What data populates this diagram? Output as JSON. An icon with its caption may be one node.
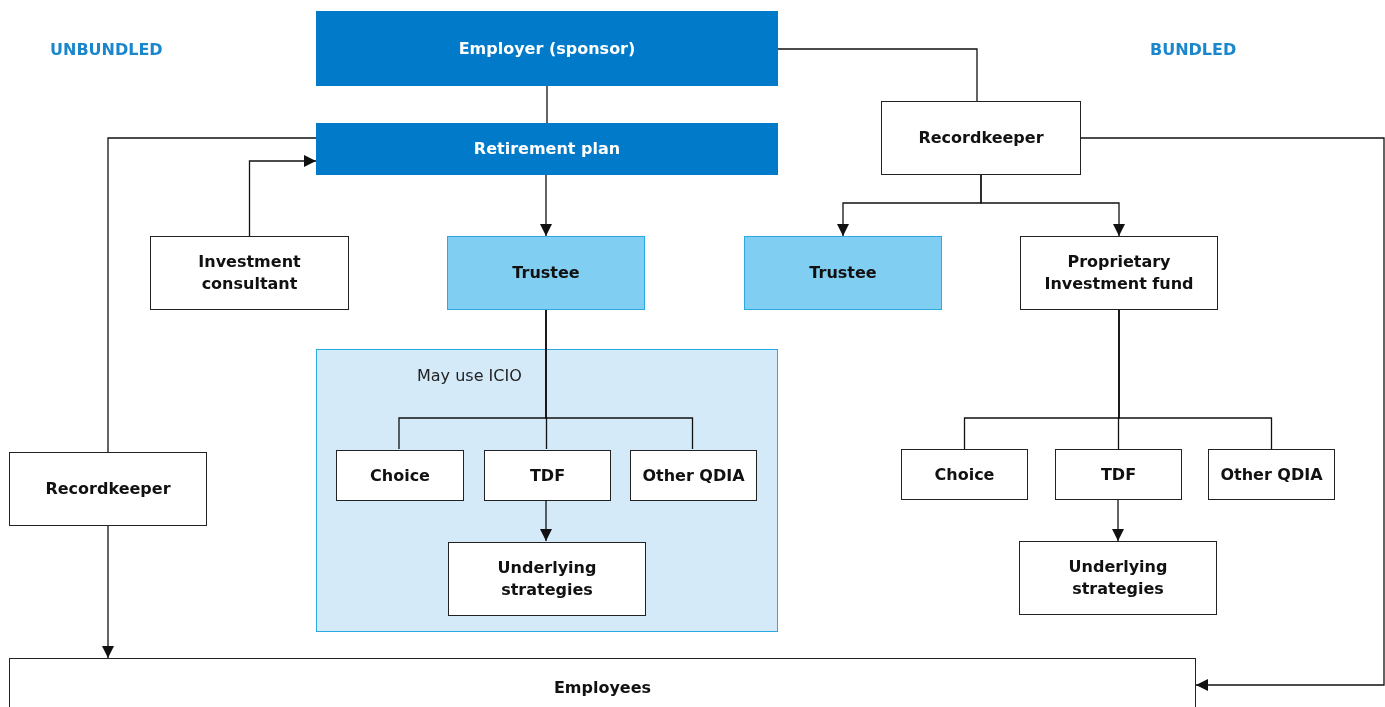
{
  "diagram": {
    "nodes": [
      {
        "text": [
          "Employer (sponsor)"
        ]
      },
      {
        "text": [
          "Retirement plan"
        ]
      },
      {
        "text": [
          "Recordkeeper"
        ]
      },
      {
        "text": [
          "Investment consultant"
        ]
      },
      {
        "text": [
          "Trustee"
        ]
      },
      {
        "text": [
          "Trustee"
        ]
      },
      {
        "text": [
          "Proprietary Investment fund"
        ]
      },
      {
        "text": [
          "May use ICIO"
        ]
      },
      {
        "text": [
          "Choice"
        ],
        "in": 7
      },
      {
        "text": [
          "TDF"
        ],
        "in": 7
      },
      {
        "text": [
          "Other QDIA"
        ],
        "in": 7
      },
      {
        "text": [
          "Underlying strategies"
        ],
        "in": 7
      },
      {
        "text": [
          "Recordkeeper"
        ]
      },
      {
        "text": [
          "Choice"
        ]
      },
      {
        "text": [
          "TDF"
        ]
      },
      {
        "text": [
          "Other QDIA"
        ]
      },
      {
        "text": [
          "Underlying strategies"
        ]
      },
      {
        "text": [
          "Employees"
        ]
      }
    ],
    "edges": [
      {
        "from": 0,
        "to": 1,
        "arrow": "none"
      },
      {
        "from": 0,
        "to": 2,
        "arrow": "none"
      },
      {
        "from": 1,
        "to": 4,
        "arrow": "to"
      },
      {
        "from": 3,
        "to": 1,
        "arrow": "to"
      },
      {
        "from": 12,
        "to": 1,
        "arrow": "none"
      },
      {
        "from": 12,
        "to": 17,
        "arrow": "to"
      },
      {
        "from": 2,
        "to": 5,
        "arrow": "to"
      },
      {
        "from": 2,
        "to": 6,
        "arrow": "to"
      },
      {
        "from": 2,
        "to": 17,
        "arrow": "to"
      },
      {
        "from": 4,
        "to": 8,
        "arrow": "none"
      },
      {
        "from": 4,
        "to": 9,
        "arrow": "none"
      },
      {
        "from": 4,
        "to": 10,
        "arrow": "none"
      },
      {
        "from": 9,
        "to": 11,
        "arrow": "to"
      },
      {
        "from": 6,
        "to": 13,
        "arrow": "none"
      },
      {
        "from": 6,
        "to": 14,
        "arrow": "none"
      },
      {
        "from": 6,
        "to": 15,
        "arrow": "none"
      },
      {
        "from": 14,
        "to": 16,
        "arrow": "to"
      }
    ],
    "labels": [
      "UNBUNDLED",
      "BUNDLED"
    ]
  }
}
